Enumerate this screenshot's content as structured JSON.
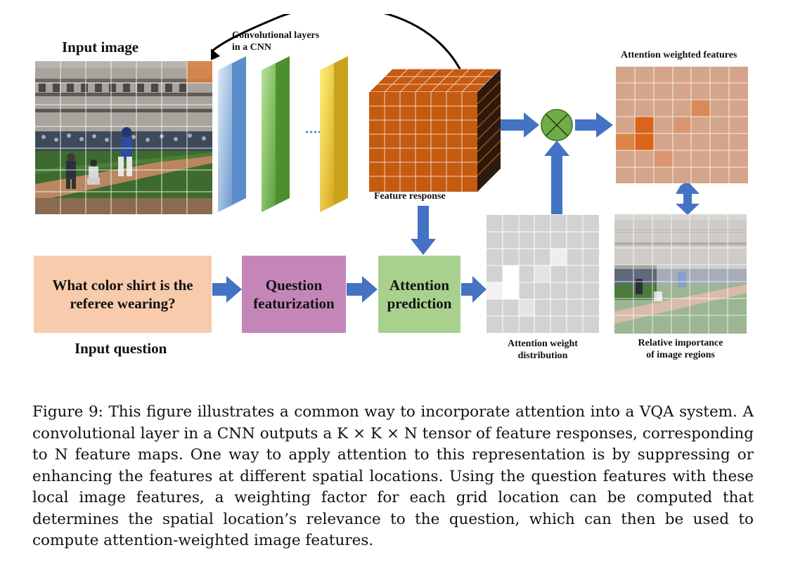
{
  "diagram": {
    "input_image_label": "Input image",
    "cnn_label_line1": "Convolutional layers",
    "cnn_label_line2": "in a CNN",
    "feature_response_label": "Feature response",
    "attention_weighted_label": "Attention weighted features",
    "attention_weight_line1": "Attention weight",
    "attention_weight_line2": "distribution",
    "relative_importance_line1": "Relative importance",
    "relative_importance_line2": "of image regions",
    "question_text_line1": "What color shirt is the",
    "question_text_line2": "referee wearing?",
    "input_question_label": "Input question",
    "question_featurization_line1": "Question",
    "question_featurization_line2": "featurization",
    "attention_prediction_line1": "Attention",
    "attention_prediction_line2": "prediction",
    "multiply_symbol": "⊗"
  },
  "caption": {
    "label": "Figure 9:",
    "text": "This figure illustrates a common way to incorporate attention into a VQA system. A convolutional layer in a CNN outputs a K × K × N tensor of feature responses, corresponding to N feature maps. One way to apply attention to this representation is by suppressing or enhancing the features at different spatial locations. Using the question features with these local image features, a weighting factor for each grid location can be computed that determines the spatial location’s relevance to the question, which can then be used to compute attention-weighted image features."
  },
  "colors": {
    "question_box": "#f8cbad",
    "featurization_box": "#c486b8",
    "attention_box": "#a9d18e",
    "feature_cube": "#c55a11",
    "arrow": "#4472c4",
    "multiply_node": "#70ad47"
  }
}
